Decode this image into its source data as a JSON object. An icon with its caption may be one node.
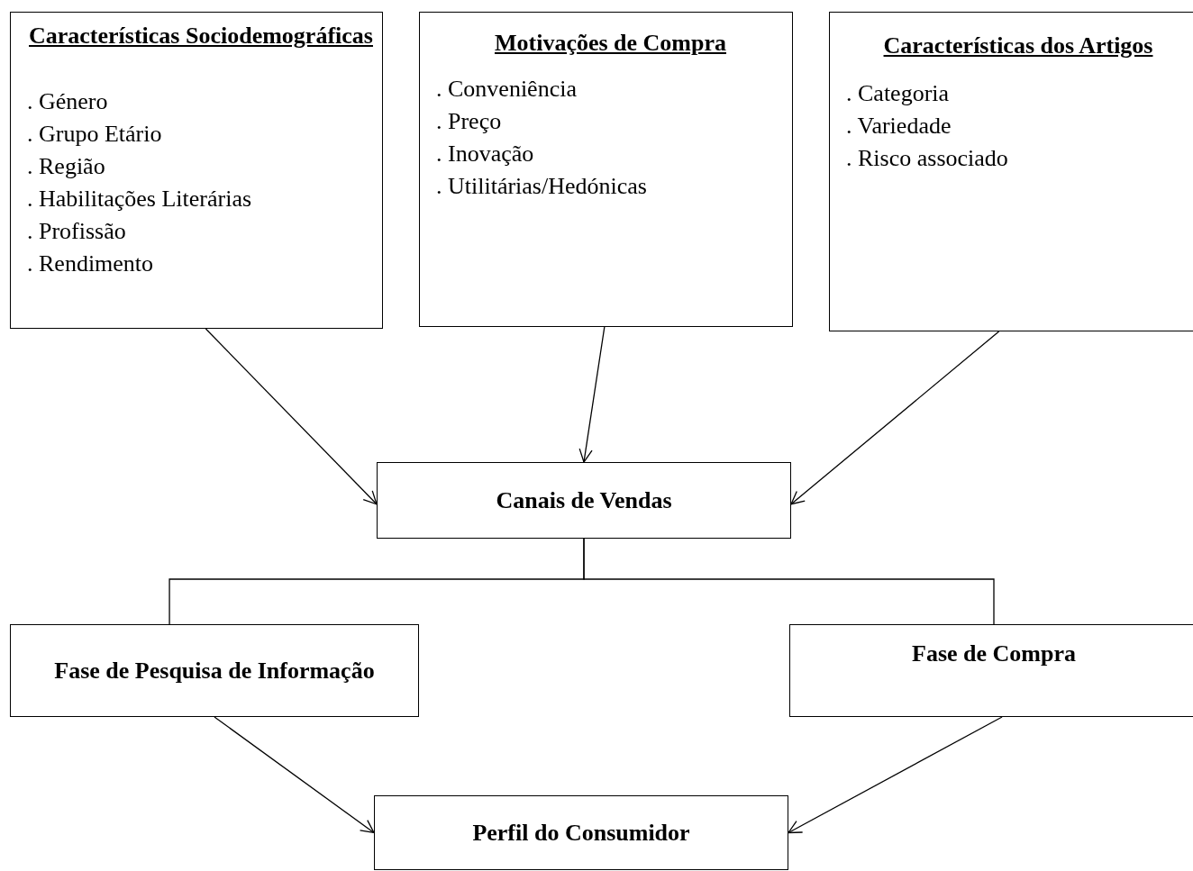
{
  "diagram": {
    "nodes": [
      {
        "text": [
          "Características Sociodemográficas",
          ". Género",
          ". Grupo Etário",
          ". Região",
          ". Habilitações Literárias",
          ". Profissão",
          ". Rendimento"
        ]
      },
      {
        "text": [
          "Motivações de Compra",
          ". Conveniência",
          ". Preço",
          ". Inovação",
          ". Utilitárias/Hedónicas"
        ]
      },
      {
        "text": [
          "Características dos Artigos",
          ". Categoria",
          ". Variedade",
          ". Risco associado"
        ]
      },
      {
        "text": [
          "Canais de Vendas"
        ]
      },
      {
        "text": [
          "Fase de Pesquisa de Informação"
        ]
      },
      {
        "text": [
          "Fase de Compra"
        ]
      },
      {
        "text": [
          "Perfil do Consumidor"
        ]
      }
    ],
    "edges": [
      {
        "from": 0,
        "to": 3,
        "arrow": "to"
      },
      {
        "from": 1,
        "to": 3,
        "arrow": "to"
      },
      {
        "from": 2,
        "to": 3,
        "arrow": "to"
      },
      {
        "from": 3,
        "to": 4,
        "arrow": "none"
      },
      {
        "from": 3,
        "to": 5,
        "arrow": "none"
      },
      {
        "from": 4,
        "to": 6,
        "arrow": "to"
      },
      {
        "from": 5,
        "to": 6,
        "arrow": "to"
      }
    ]
  }
}
